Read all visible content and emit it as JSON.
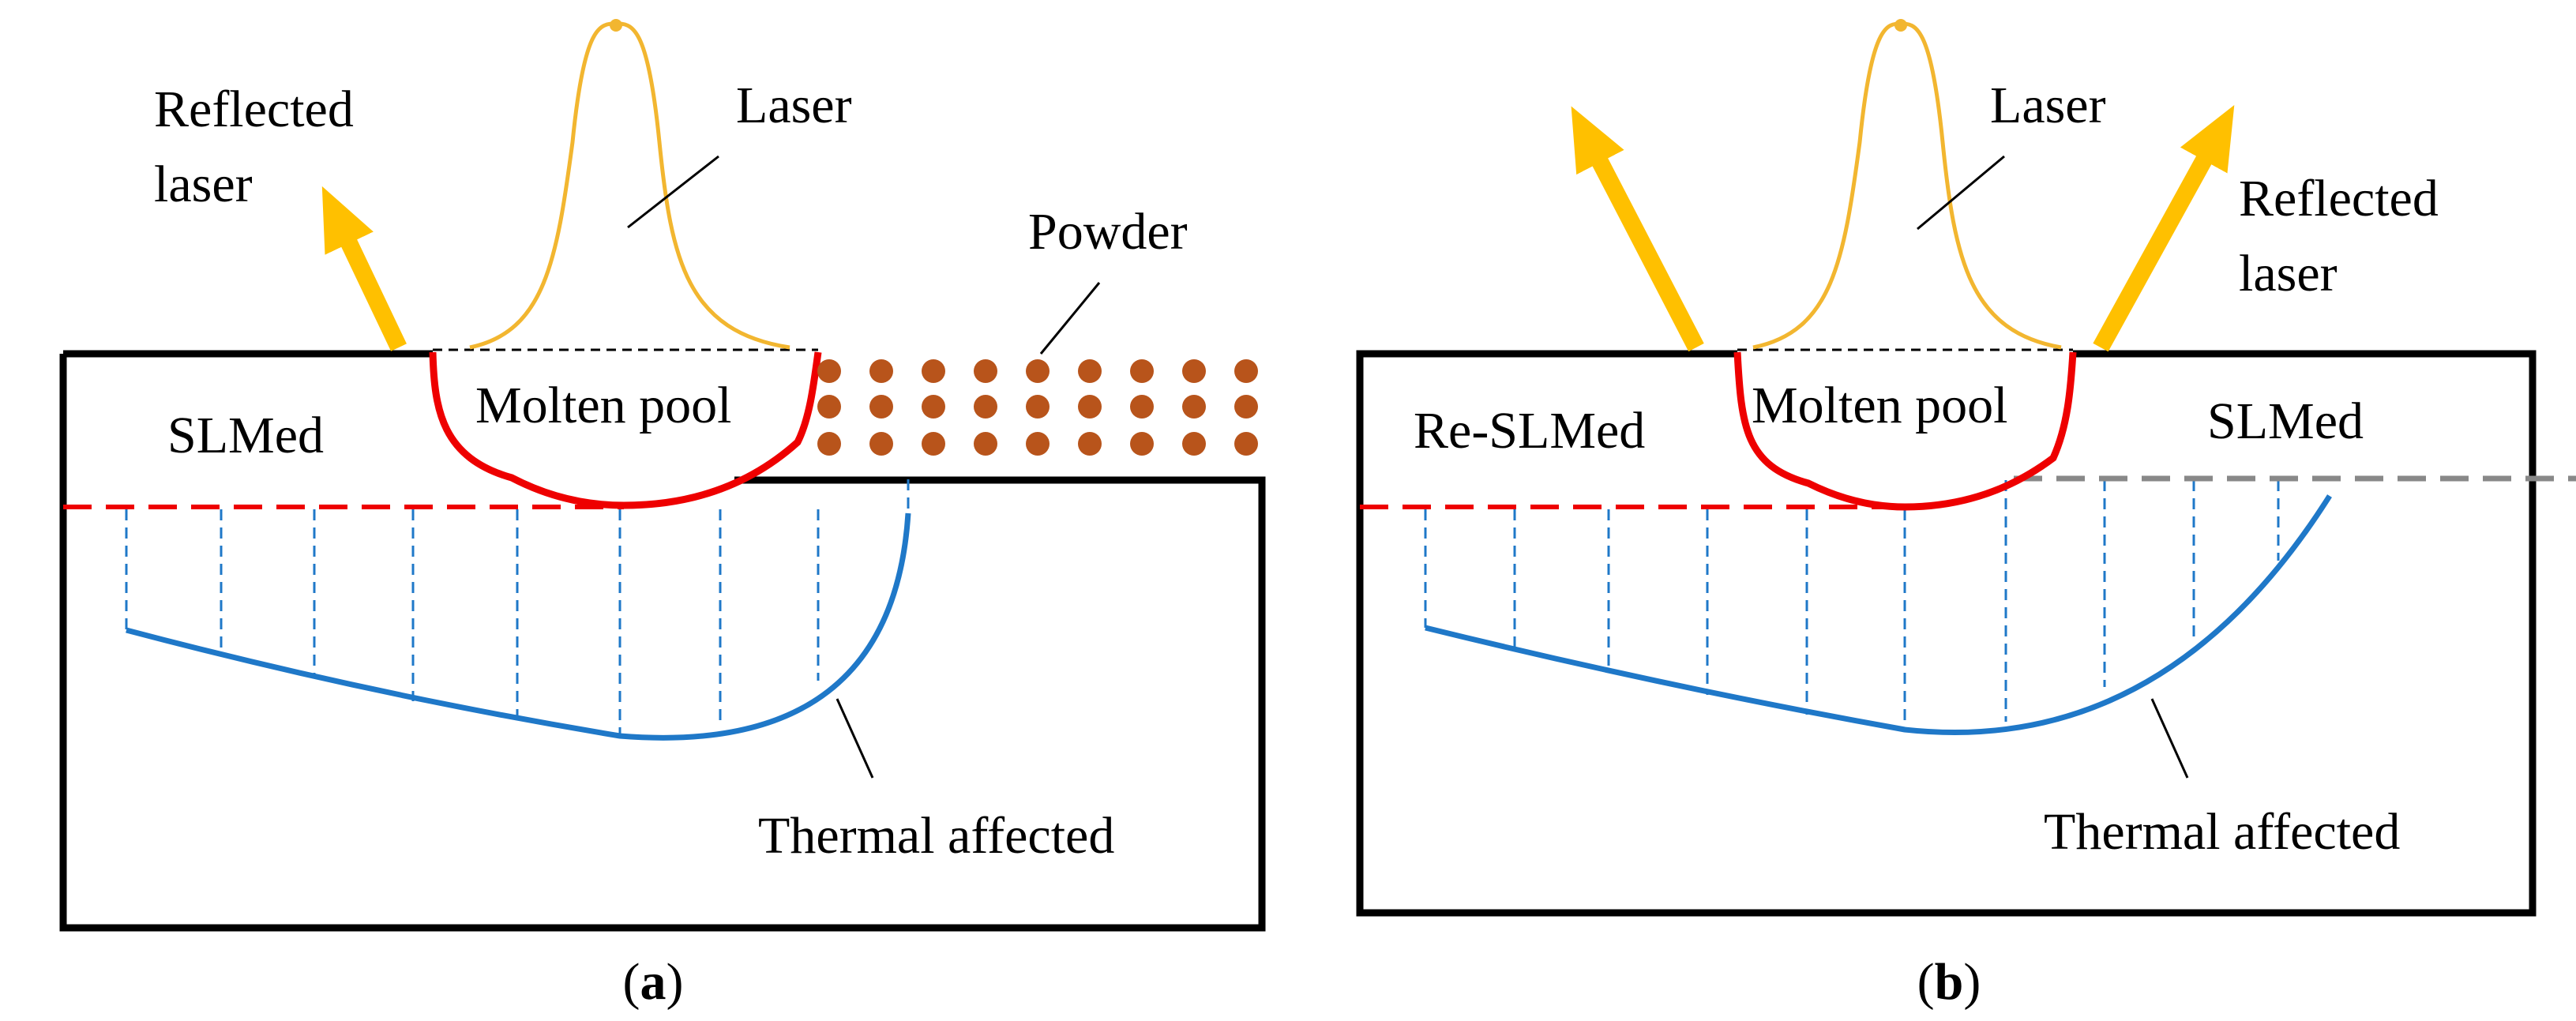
{
  "colors": {
    "outline": "#000000",
    "laser": "#f2b630",
    "reflected": "#ffc000",
    "pool": "#ee0000",
    "thermal": "#1f78c8",
    "powder": "#b8541b",
    "previous_layer_line": "#888888"
  },
  "panel_a": {
    "reflected_line1": "Reflected",
    "reflected_line2": "laser",
    "laser": "Laser",
    "powder": "Powder",
    "region": "SLMed",
    "pool": "Molten pool",
    "thermal": "Thermal affected",
    "caption_open": "(",
    "caption_letter": "a",
    "caption_close": ")"
  },
  "panel_b": {
    "laser": "Laser",
    "reflected_line1": "Reflected",
    "reflected_line2": "laser",
    "region_left": "Re-SLMed",
    "pool": "Molten pool",
    "region_right": "SLMed",
    "thermal": "Thermal affected",
    "caption_open": "(",
    "caption_letter": "b",
    "caption_close": ")"
  }
}
